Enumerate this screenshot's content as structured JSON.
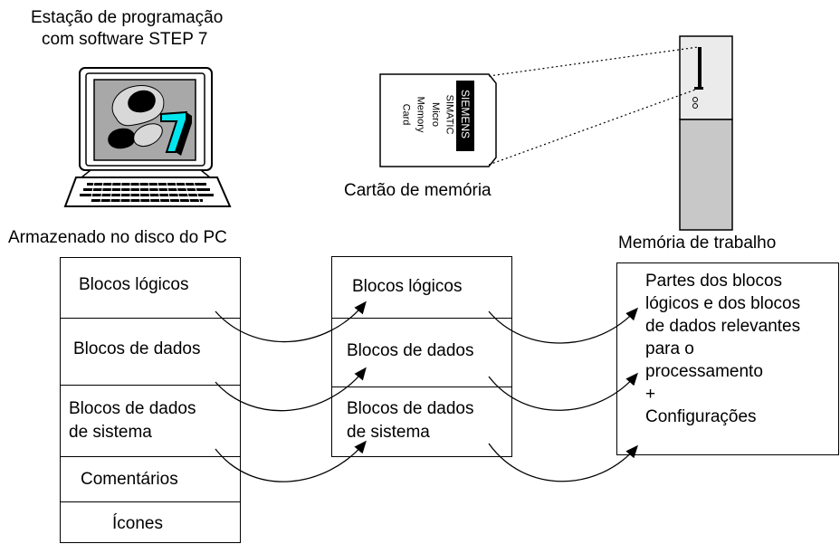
{
  "pc": {
    "title_line1": "Estação de programação",
    "title_line2": "com software STEP 7",
    "caption": "Armazenado no disco do PC",
    "screen_digit": "7",
    "items": [
      "Blocos lógicos",
      "Blocos de dados",
      "Blocos de dados",
      "de sistema",
      "Comentários",
      "Ícones"
    ]
  },
  "card": {
    "caption": "Cartão de memória",
    "label_brand": "SIEMENS",
    "label_line1": "SIMATIC",
    "label_line2": "Micro",
    "label_line3": "Memory",
    "label_line4": "Card",
    "items": [
      "Blocos lógicos",
      "Blocos de dados",
      "Blocos de dados",
      "de sistema"
    ]
  },
  "work_memory": {
    "caption": "Memória de trabalho",
    "lines": [
      "Partes dos blocos",
      "lógicos e dos blocos",
      "de dados relevantes",
      "para o",
      "processamento",
      "+",
      "Configurações"
    ]
  },
  "colors": {
    "line": "#000000",
    "screen_bg": "#a8a8a8",
    "cyan": "#00e5ee",
    "cpu_light": "#ebebeb",
    "cpu_gray": "#c8c8c8"
  }
}
